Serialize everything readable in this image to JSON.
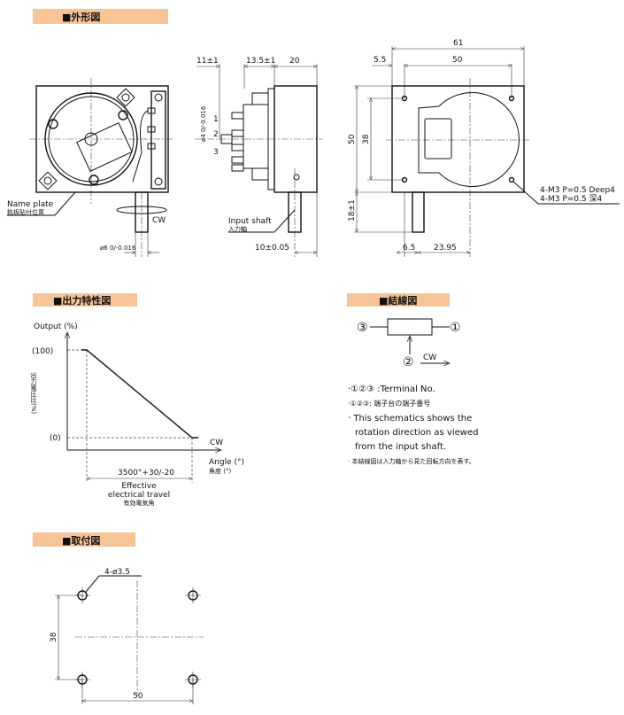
{
  "headers": {
    "outline": "■外形図",
    "output_characteristic": "■出力特性図",
    "wiring": "■結線図",
    "mounting": "■取付図"
  },
  "front_view": {
    "name_plate_en": "Name plate",
    "name_plate_jp": "銘板貼付位置",
    "cw": "CW",
    "shaft_dia": "ø6 0/-0.016"
  },
  "side_view": {
    "dim_a": "11±1",
    "dim_b": "13.5±1",
    "dim_c": "20",
    "terminal_1": "1",
    "terminal_2": "2",
    "terminal_3": "3",
    "pin_dia": "ø4 0/-0.016",
    "input_shaft_en": "Input shaft",
    "input_shaft_jp": "入力軸",
    "shaft_offset": "10±0.05"
  },
  "back_view": {
    "width_total": "61",
    "hole_pitch_x": "50",
    "edge_offset": "5.5",
    "height": "50",
    "hole_pitch_y": "38",
    "shaft_length": "18±1",
    "shaft_x": "6.5",
    "center_x": "23.95",
    "hole_note_en": "4-M3 P=0.5 Deep4",
    "hole_note_jp": "4-M3 P=0.5 深4"
  },
  "output_chart": {
    "y_label": "Output (%)",
    "y_label_jp": "出力電圧比(%)",
    "y_100": "(100)",
    "y_0": "(0)",
    "cw": "CW",
    "x_label": "Angle (°)",
    "x_label_jp": "角度 (°)",
    "travel": "3500°+30/-20",
    "travel_en_1": "Effective",
    "travel_en_2": "electrical travel",
    "travel_jp": "有効電気角"
  },
  "wiring": {
    "t1": "①",
    "t2": "②",
    "t3": "③",
    "cw": "CW",
    "notes": [
      "·①②③ :Terminal No.",
      "·①②③: 端子台の端子番号",
      "· This schematics shows the",
      "  rotation direction as viewed",
      "  from the input shaft.",
      "· 本結線図は入力軸から見た回転方向を表す。"
    ]
  },
  "mounting": {
    "holes": "4-ø3.5",
    "pitch_y": "38",
    "pitch_x": "50"
  }
}
